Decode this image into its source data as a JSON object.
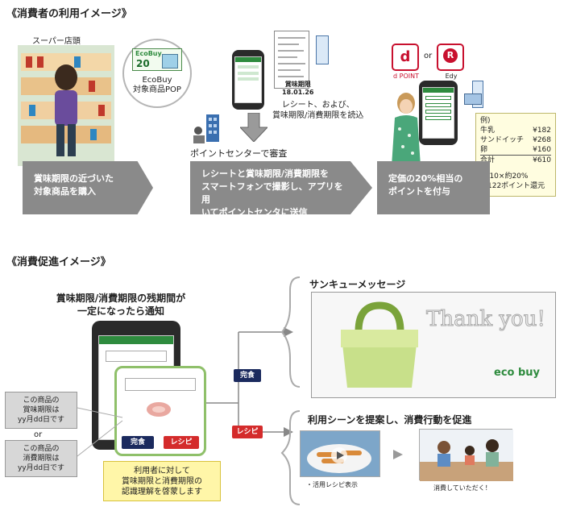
{
  "section1": {
    "title": "《消費者の利用イメージ》",
    "store_label": "スーパー店頭",
    "pop_brand": "EcoBuy",
    "pop_number": "20",
    "pop_caption": "EcoBuy\n対象商品POP",
    "receipt_caption": "レシート、および、\n賞味期限/消費期限を読込",
    "expiry_date_label": "賞味期限",
    "expiry_date_value": "18.01.26",
    "point_center_label": "ポイントセンターで審査",
    "step1_text": "賞味期限の近づいた\n対象商品を購入",
    "step2_text": "レシートと賞味期限/消費期限を\nスマートフォンで撮影し、アプリを用\nいてポイントセンタに送信",
    "step3_text": "定価の20%相当の\nポイントを付与",
    "or_label": "or",
    "dpoint_label": "d POINT",
    "edy_label": "Edy",
    "example": {
      "header": "例)",
      "rows": [
        {
          "item": "牛乳",
          "price": "¥182"
        },
        {
          "item": "サンドイッチ",
          "price": "¥268"
        },
        {
          "item": "卵",
          "price": "¥160"
        },
        {
          "item": "合計",
          "price": "¥610"
        }
      ],
      "calc_line1": "¥610×約20%",
      "calc_line2": "＝122ポイント還元"
    }
  },
  "section2": {
    "title": "《消費促進イメージ》",
    "notify_text": "賞味期限/消費期限の残期間が\n一定になったら通知",
    "note1": "この商品の\n賞味期限は\nyy月dd日です",
    "note_or": "or",
    "note2": "この商品の\n消費期限は\nyy月dd日です",
    "btn_kanshoku": "完食",
    "btn_recipe": "レシピ",
    "bubble_text": "利用者に対して\n賞味期限と消費期限の\n認識理解を啓蒙します",
    "thank_title": "サンキューメッセージ",
    "thank_you": "Thank you!",
    "eco_logo": "eco buy",
    "promo_title": "利用シーンを提案し、消費行動を促進",
    "recipe_caption": "・活用レシピ表示",
    "consume_caption": "消費していただく！"
  }
}
